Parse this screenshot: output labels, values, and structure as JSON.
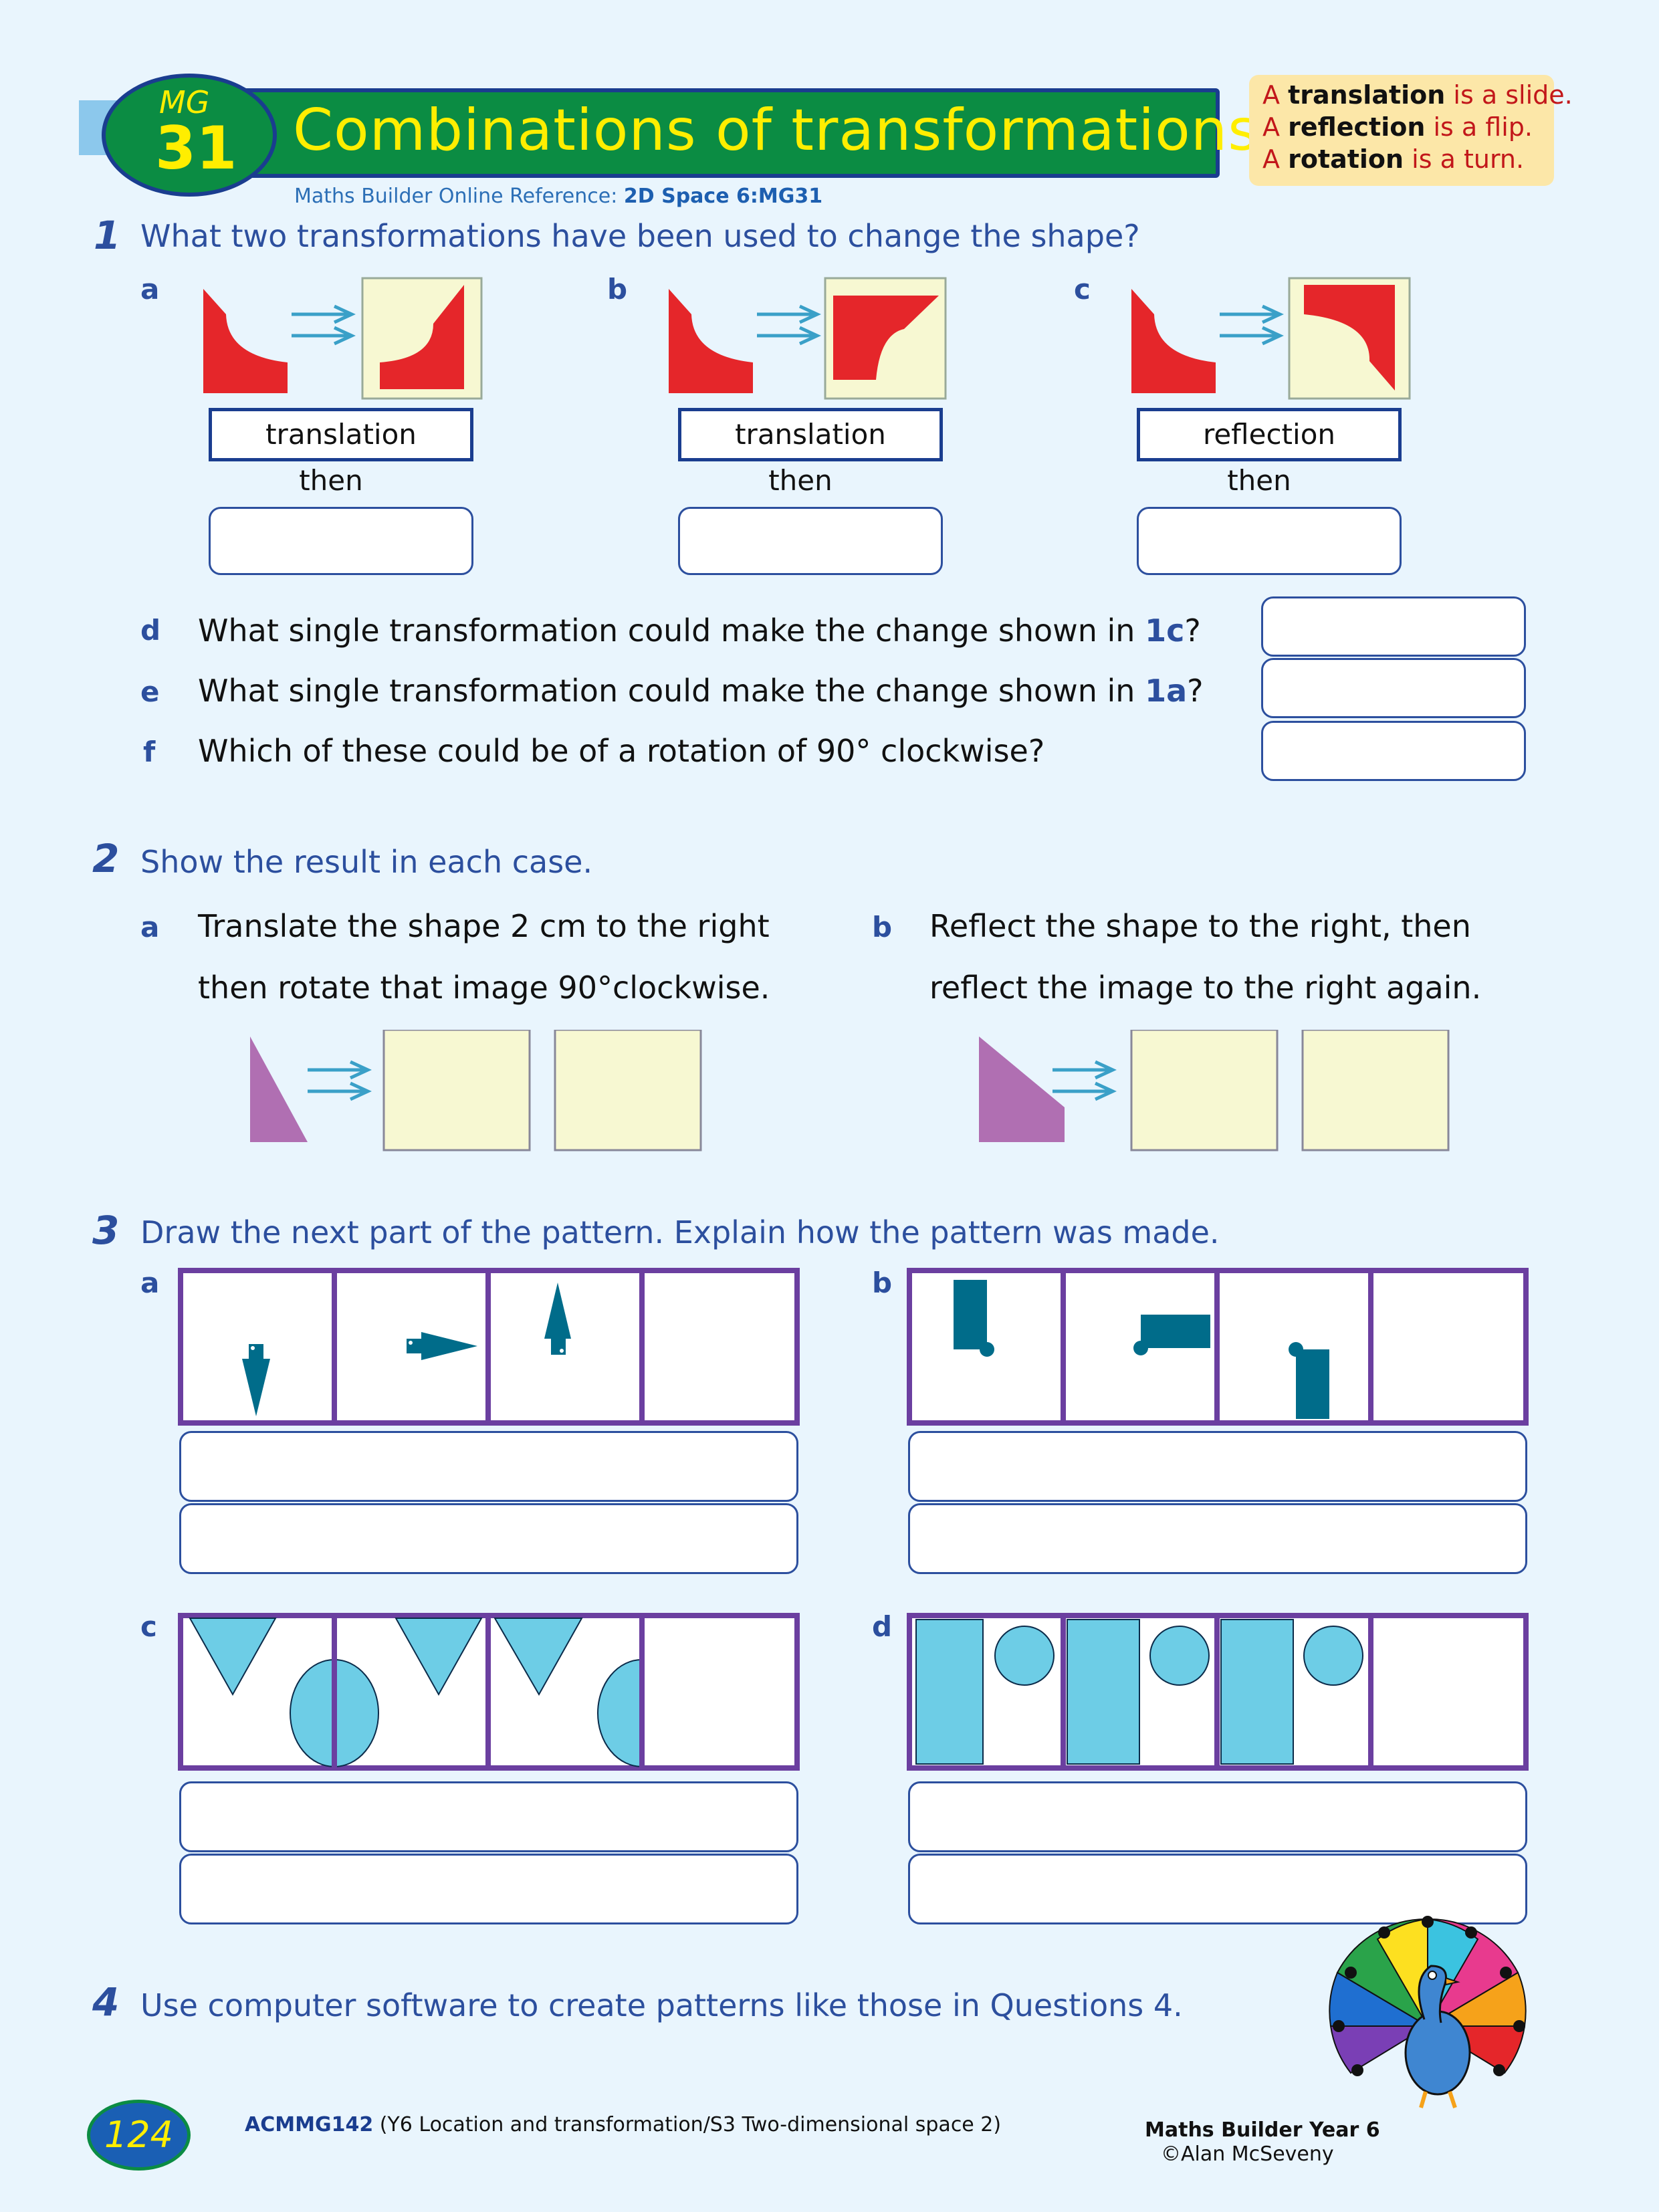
{
  "header": {
    "badge_mg": "MG",
    "badge_num": "31",
    "title": "Combinations of transformations",
    "ref_label": "Maths Builder Online Reference:",
    "ref_value": "2D Space 6:MG31",
    "tips": [
      {
        "a": "A ",
        "term": "translation",
        "rest": " is a slide."
      },
      {
        "a": "A ",
        "term": "reflection",
        "rest": " is a flip."
      },
      {
        "a": "A ",
        "term": "rotation",
        "rest": " is a turn."
      }
    ]
  },
  "q1": {
    "num": "1",
    "text": "What two transformations have been used to change the shape?",
    "parts": [
      {
        "letter": "a",
        "first": "translation",
        "then": "then"
      },
      {
        "letter": "b",
        "first": "translation",
        "then": "then"
      },
      {
        "letter": "c",
        "first": "reflection",
        "then": "then"
      }
    ],
    "d": {
      "letter": "d",
      "text": "What single transformation could make the change shown in ",
      "ref": "1c",
      "end": "?"
    },
    "e": {
      "letter": "e",
      "text": "What single transformation could make the change shown in ",
      "ref": "1a",
      "end": "?"
    },
    "f": {
      "letter": "f",
      "text": "Which of these could be of a rotation of 90° clockwise?"
    }
  },
  "q2": {
    "num": "2",
    "text": "Show the result in each case.",
    "a": {
      "letter": "a",
      "line1": "Translate the shape 2 cm to the right",
      "line2": "then rotate that image 90°clockwise."
    },
    "b": {
      "letter": "b",
      "line1": "Reflect the shape to the right, then",
      "line2": "reflect the image to the right again."
    }
  },
  "q3": {
    "num": "3",
    "text": "Draw the next part of the pattern. Explain how the pattern was made.",
    "letters": [
      "a",
      "b",
      "c",
      "d"
    ]
  },
  "q4": {
    "num": "4",
    "text": "Use computer software to create patterns like those in Questions 4."
  },
  "footer": {
    "page": "124",
    "code": "ACMMG142",
    "code_rest": " (Y6 Location and transformation/S3 Two-dimensional space 2)",
    "book": "Maths Builder Year 6",
    "copyright": "©Alan McSeveny"
  },
  "colors": {
    "red": "#e5262a",
    "purple": "#b06fb2",
    "teal": "#006c8a",
    "cyan": "#6dcde6",
    "frame": "#6b3fa0"
  }
}
